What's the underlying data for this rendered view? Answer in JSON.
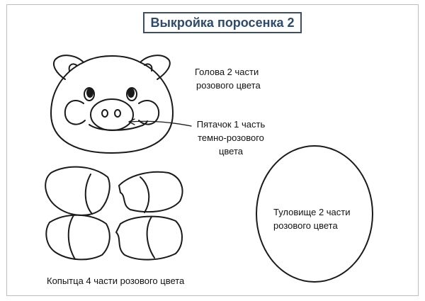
{
  "title": "Выкройка поросенка 2",
  "labels": {
    "head_line1": "Голова 2 части",
    "head_line2": "розового цвета",
    "snout_line1": "Пятачок 1 часть",
    "snout_line2": "темно-розового",
    "snout_line3": "цвета",
    "body_line1": "Туловище 2 части",
    "body_line2": "розового цвета",
    "hooves": "Копытца 4 части розового цвета"
  },
  "colors": {
    "title_text": "#2f4a6a",
    "title_border": "#3e4f63",
    "outline": "#1a1a1a"
  }
}
